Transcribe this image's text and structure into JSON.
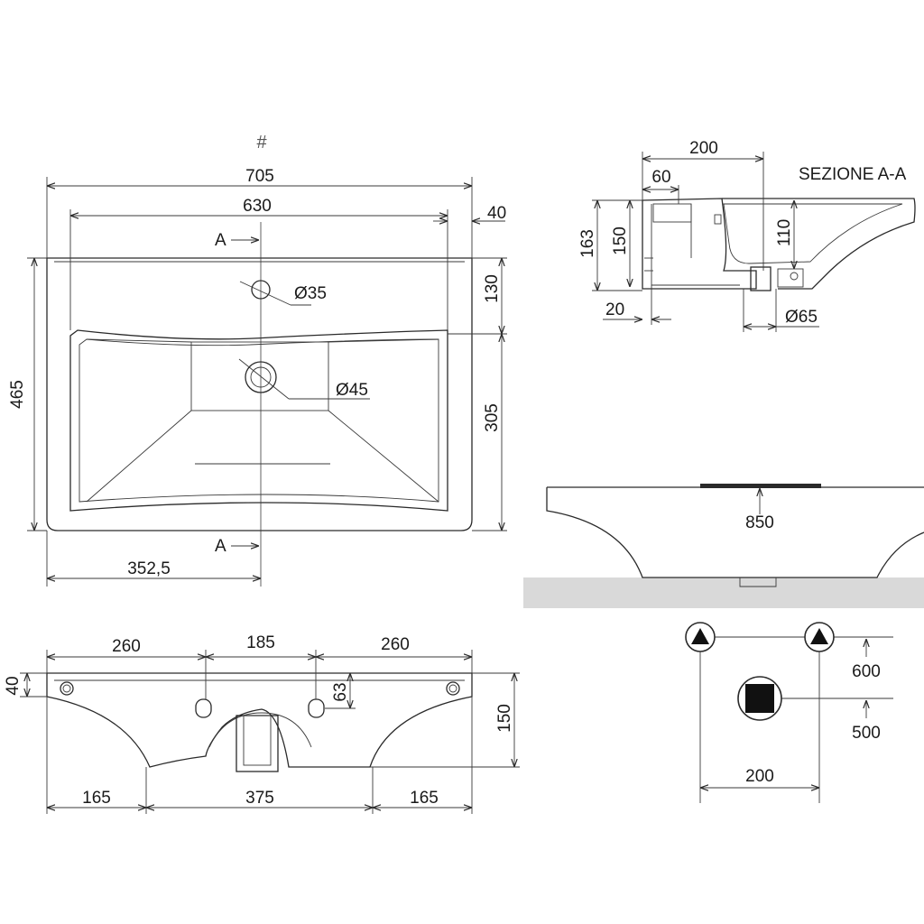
{
  "marker": "#",
  "section_title": "SEZIONE A-A",
  "section_label_top": "A",
  "section_label_bottom": "A",
  "top_view": {
    "width_overall": "705",
    "width_inner": "630",
    "rim_offset": "40",
    "height_overall": "465",
    "rim_depth": "130",
    "basin_depth": "305",
    "half_width": "352,5",
    "tap_hole": "Ø35",
    "drain_hole": "Ø45"
  },
  "section_view": {
    "depth_200": "200",
    "depth_60": "60",
    "height_163": "163",
    "height_150": "150",
    "height_110": "110",
    "offset_20": "20",
    "drain_dia": "Ø65"
  },
  "front_view": {
    "bracket_260_left": "260",
    "bracket_185": "185",
    "bracket_260_right": "260",
    "top_40": "40",
    "hole_63": "63",
    "height_150": "150",
    "bottom_165_left": "165",
    "bottom_375": "375",
    "bottom_165_right": "165"
  },
  "install_view": {
    "install_height": "850"
  },
  "supply_view": {
    "height_600": "600",
    "height_500": "500",
    "spacing_200": "200"
  }
}
